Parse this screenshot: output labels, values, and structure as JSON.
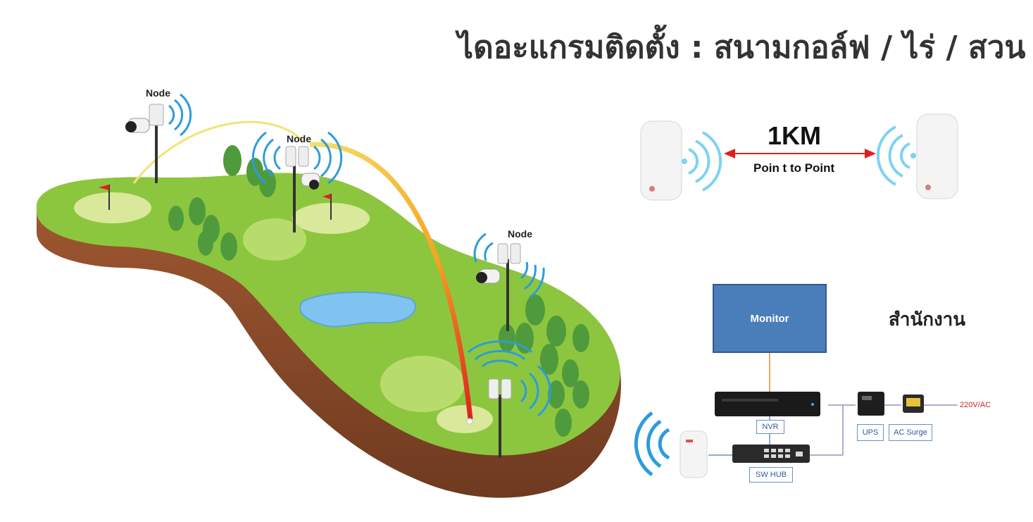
{
  "title": "ไดอะแกรมติดตั้ง : สนามกอล์ฟ / ไร่ / สวน",
  "nodes": [
    {
      "label": "Node"
    },
    {
      "label": "Node"
    },
    {
      "label": "Node"
    }
  ],
  "link": {
    "distance": "1KM",
    "mode": "Poin t to Point"
  },
  "office": {
    "label": "สำนักงาน",
    "monitor": "Monitor",
    "nvr": "NVR",
    "switch": "SW HUB",
    "ups": "UPS",
    "surge": "AC Surge",
    "power": "220V/AC"
  },
  "colors": {
    "grass": "#8cc63f",
    "soil": "#8b4a2b",
    "wifi": "#2d9cdb",
    "arrow": "#e02020",
    "monitor": "#4a7ebb"
  }
}
